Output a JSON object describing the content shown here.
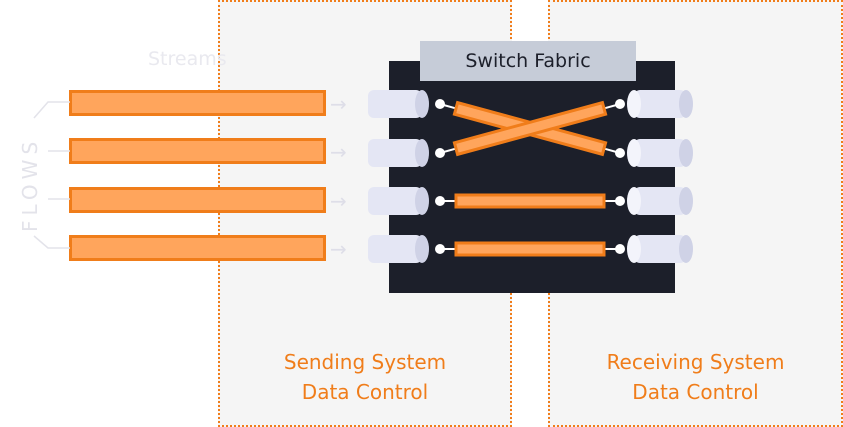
{
  "fabric_title": "Switch Fabric",
  "streams_label": "Streams",
  "flows_label": "FLOWS",
  "sending": {
    "line1": "Sending System",
    "line2": "Data Control"
  },
  "receiving": {
    "line1": "Receiving System",
    "line2": "Data Control"
  },
  "flow_count": 4,
  "port_count": 4,
  "connections": [
    {
      "from": 1,
      "to": 2
    },
    {
      "from": 2,
      "to": 1
    },
    {
      "from": 3,
      "to": 3
    },
    {
      "from": 4,
      "to": 4
    }
  ],
  "colors": {
    "accent": "#f07d1a",
    "flow_fill": "#ffa55c",
    "fabric": "#1c1f2a",
    "title_bg": "#c6ccd8",
    "port": "#e4e6f4",
    "panel_bg": "#f5f5f5"
  }
}
